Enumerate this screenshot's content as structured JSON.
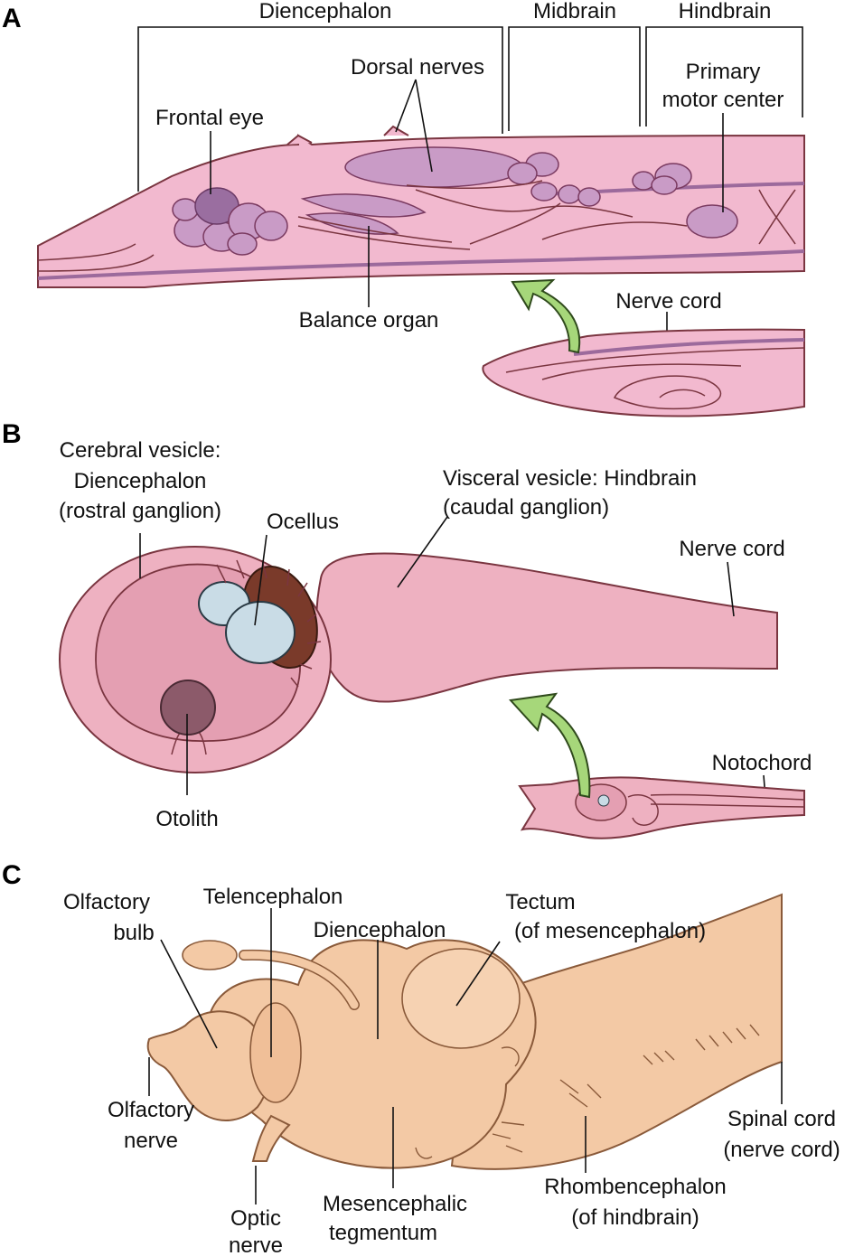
{
  "panels": {
    "a": {
      "letter": "A",
      "labels": {
        "diencephalon": "Diencephalon",
        "midbrain": "Midbrain",
        "hindbrain": "Hindbrain",
        "dorsal_nerves": "Dorsal nerves",
        "frontal_eye": "Frontal eye",
        "primary_motor_1": "Primary",
        "primary_motor_2": "motor center",
        "balance_organ": "Balance organ",
        "nerve_cord": "Nerve cord"
      }
    },
    "b": {
      "letter": "B",
      "labels": {
        "cerebral_1": "Cerebral vesicle:",
        "cerebral_2": "Diencephalon",
        "cerebral_3": "(rostral ganglion)",
        "visceral_1": "Visceral vesicle: Hindbrain",
        "visceral_2": "(caudal ganglion)",
        "ocellus": "Ocellus",
        "nerve_cord": "Nerve cord",
        "otolith": "Otolith",
        "notochord": "Notochord"
      }
    },
    "c": {
      "letter": "C",
      "labels": {
        "olfactory_bulb_1": "Olfactory",
        "olfactory_bulb_2": "bulb",
        "telencephalon": "Telencephalon",
        "diencephalon": "Diencephalon",
        "tectum_1": "Tectum",
        "tectum_2": "(of mesencephalon)",
        "olfactory_nerve_1": "Olfactory",
        "olfactory_nerve_2": "nerve",
        "spinal_1": "Spinal cord",
        "spinal_2": "(nerve cord)",
        "rhomb_1": "Rhombencephalon",
        "rhomb_2": "(of hindbrain)",
        "mes_teg_1": "Mesencephalic",
        "mes_teg_2": "tegmentum",
        "optic_1": "Optic",
        "optic_2": "nerve"
      }
    }
  },
  "colors": {
    "pink_body": "#f2b9cf",
    "ganglion_purple": "#c99bc6",
    "tan_brain": "#f3c9a5",
    "arrow_green": "#a6d77a",
    "eye_blue": "#c9dce6"
  }
}
